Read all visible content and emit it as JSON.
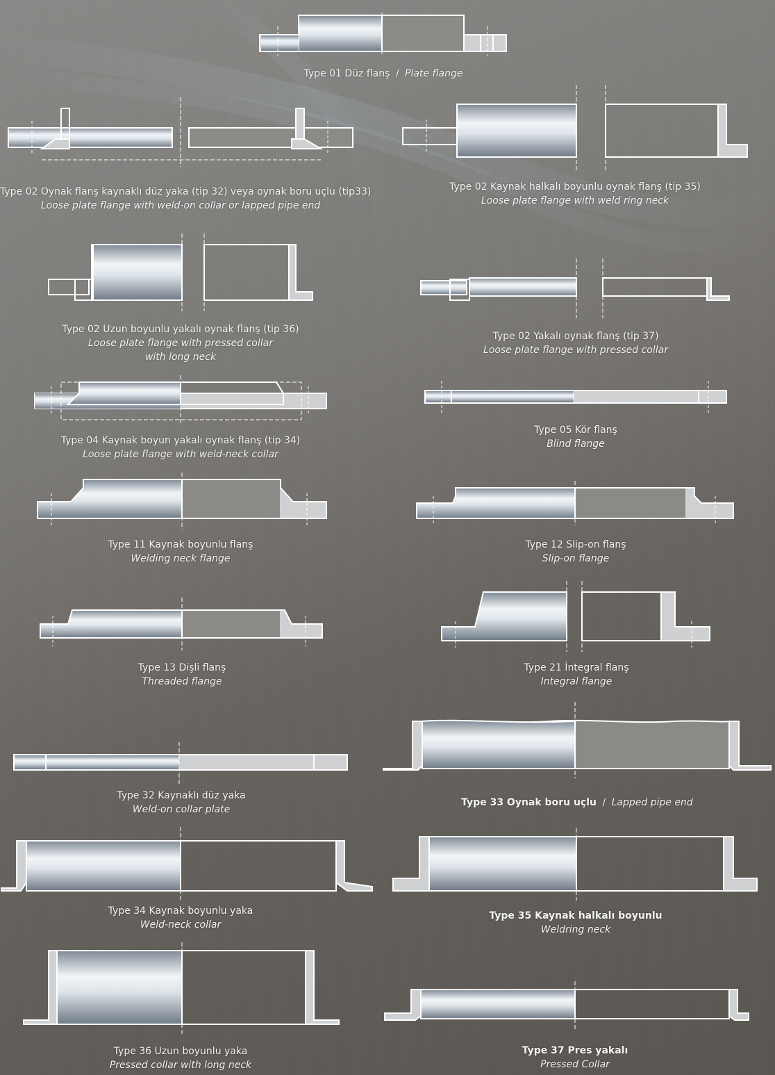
{
  "colors": {
    "steel_light": "#e8ecef",
    "steel_dark": "#8d98a3",
    "flange_fill": "#cfd0d1",
    "outline": "#ffffff",
    "caption": "#f3f3f3"
  },
  "items": {
    "t01": {
      "tr": "Type 01 Düz flanş",
      "sep": "/",
      "en": "Plate flange"
    },
    "t02a": {
      "tr": "Type 02 Oynak flanş kaynaklı düz yaka (tip 32) veya oynak boru uçlu (tip33)",
      "en": "Loose plate flange with weld-on collar or lapped pipe end"
    },
    "t02b": {
      "tr": "Type 02 Kaynak halkalı boyunlu oynak flanş (tip 35)",
      "en": "Loose plate flange with weld ring neck"
    },
    "t02c": {
      "tr": "Type 02 Uzun boyunlu yakalı oynak flanş (tip 36)",
      "en": "Loose plate flange with pressed collar",
      "en2": "with long neck"
    },
    "t02d": {
      "tr": "Type 02 Yakalı oynak flanş (tip 37)",
      "en": "Loose plate flange with pressed collar"
    },
    "t04": {
      "tr": "Type 04 Kaynak boyun yakalı oynak flanş (tip 34)",
      "en": "Loose plate flange with weld-neck collar"
    },
    "t05": {
      "tr": "Type 05 Kör flanş",
      "en": "Blind flange"
    },
    "t11": {
      "tr": "Type 11 Kaynak boyunlu flanş",
      "en": "Welding neck flange"
    },
    "t12": {
      "tr": "Type 12 Slip-on flanş",
      "en": "Slip-on flange"
    },
    "t13": {
      "tr": "Type 13 Dişli flanş",
      "en": "Threaded flange"
    },
    "t21": {
      "tr": "Type 21 İntegral flanş",
      "en": "Integral flange"
    },
    "t32": {
      "tr": "Type 32 Kaynaklı düz yaka",
      "en": "Weld-on collar plate"
    },
    "t33": {
      "tr": "Type 33 Oynak boru uçlu",
      "sep": "/",
      "en": "Lapped pipe end"
    },
    "t34": {
      "tr": "Type 34 Kaynak boyunlu yaka",
      "en": "Weld-neck collar"
    },
    "t35": {
      "tr": "Type 35 Kaynak halkalı boyunlu",
      "en": "Weldring neck"
    },
    "t36": {
      "tr": "Type 36 Uzun boyunlu yaka",
      "en": "Pressed collar with long neck"
    },
    "t37": {
      "tr": "Type 37 Pres yakalı",
      "en": "Pressed Collar"
    }
  }
}
